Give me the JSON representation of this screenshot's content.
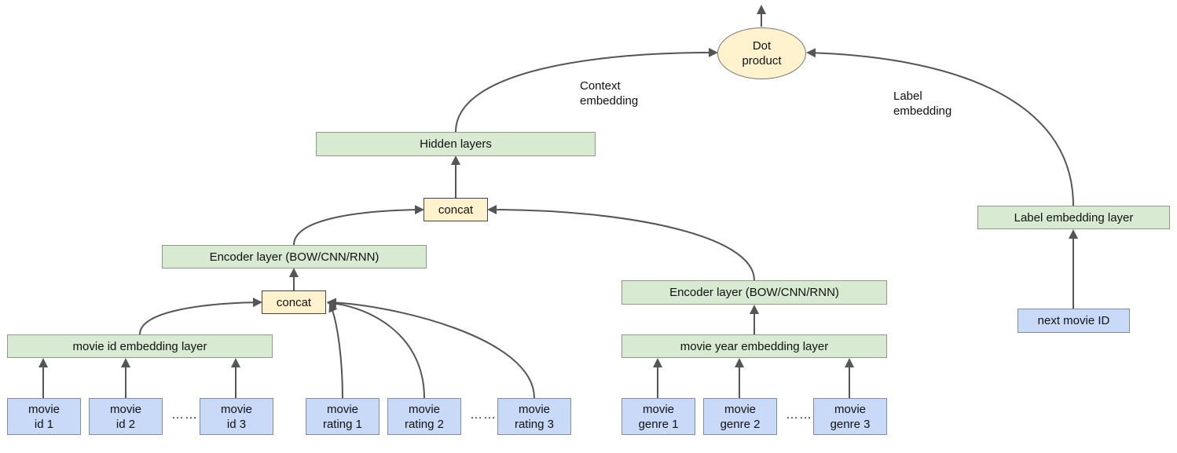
{
  "dot_product": "Dot\nproduct",
  "context_embedding": "Context\nembedding",
  "label_embedding": "Label\nembedding",
  "hidden_layers": "Hidden layers",
  "concat_top": "concat",
  "concat_bottom": "concat",
  "encoder_left": "Encoder layer (BOW/CNN/RNN)",
  "encoder_right": "Encoder layer (BOW/CNN/RNN)",
  "label_embedding_layer": "Label embedding layer",
  "movie_id_embedding_layer": "movie id embedding layer",
  "movie_year_embedding_layer": "movie year embedding layer",
  "next_movie_id": "next movie ID",
  "ellipsis": "……",
  "movie_ids": [
    "movie\nid 1",
    "movie\nid 2",
    "movie\nid 3"
  ],
  "movie_ratings": [
    "movie\nrating 1",
    "movie\nrating 2",
    "movie\nrating 3"
  ],
  "movie_genres": [
    "movie\ngenre 1",
    "movie\ngenre 2",
    "movie\ngenre 3"
  ]
}
